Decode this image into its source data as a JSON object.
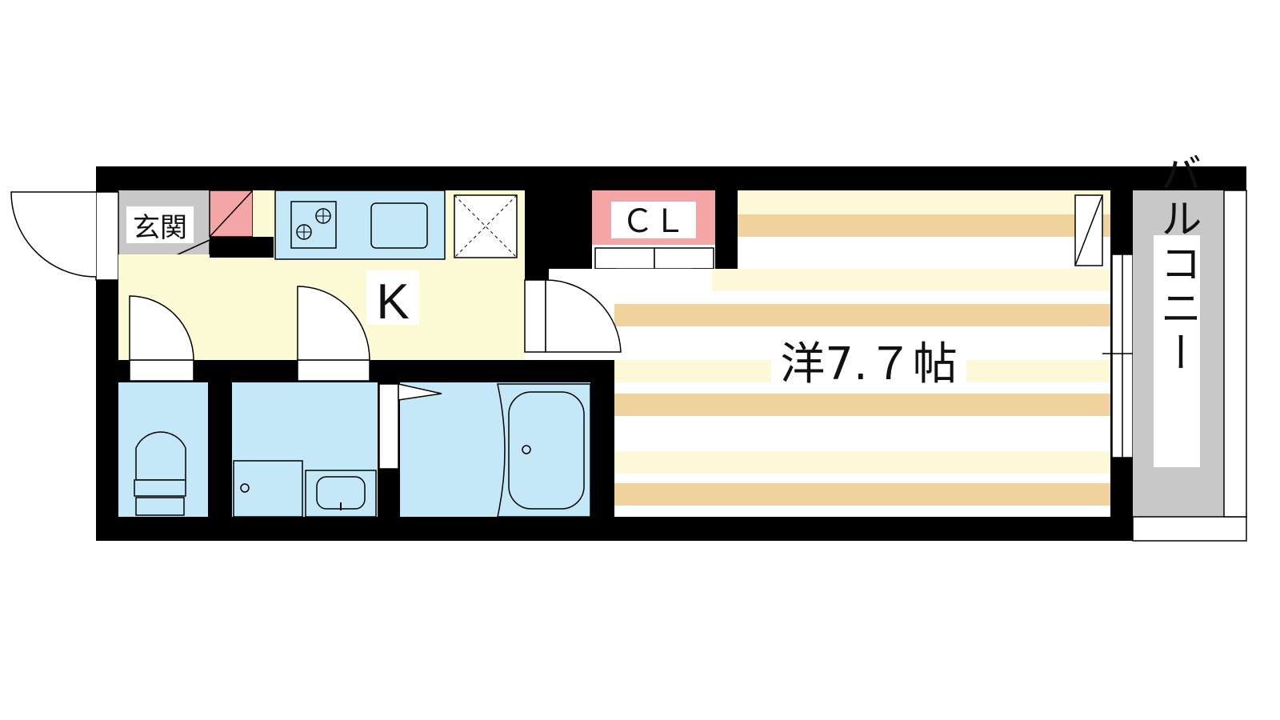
{
  "floorplan": {
    "rooms": {
      "entrance": "玄関",
      "kitchen": "K",
      "closet": "ＣＬ",
      "western_room": "洋7.７帖",
      "balcony": "バルコニー"
    },
    "colors": {
      "wall": "#000000",
      "kitchen_floor": "#FDFAD6",
      "entrance_floor": "#C8C8C8",
      "wet_area": "#C4E8F7",
      "closet_label_bg": "#F4A6A6",
      "room_stripe": "#F0D39C",
      "room_stripe_alt": "#FDF8D8",
      "balcony_floor": "#C8C8C8",
      "fridge_box": "#F4A6A6"
    },
    "icons": [
      "stove-icon",
      "sink-icon",
      "toilet-icon",
      "washbasin-icon",
      "bathtub-icon",
      "door-swing-icon",
      "window-icon"
    ]
  }
}
